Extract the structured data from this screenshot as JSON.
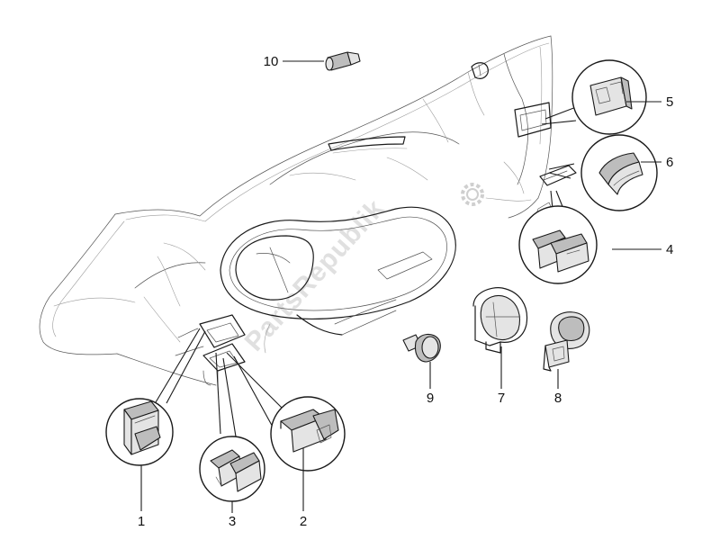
{
  "diagram": {
    "callouts": [
      {
        "id": "p1",
        "label": "1"
      },
      {
        "id": "p2",
        "label": "2"
      },
      {
        "id": "p3",
        "label": "3"
      },
      {
        "id": "p4",
        "label": "4"
      },
      {
        "id": "p5",
        "label": "5"
      },
      {
        "id": "p6",
        "label": "6"
      },
      {
        "id": "p7",
        "label": "7"
      },
      {
        "id": "p8",
        "label": "8"
      },
      {
        "id": "p9",
        "label": "9"
      },
      {
        "id": "p10",
        "label": "10"
      }
    ],
    "watermark": "PartsRepublik",
    "icons": [
      "gear-icon"
    ]
  }
}
